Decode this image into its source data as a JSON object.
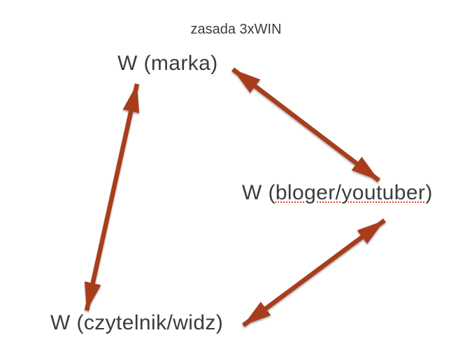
{
  "slide": {
    "title": "zasada 3xWIN"
  },
  "diagram": {
    "nodes": [
      {
        "id": "marka",
        "label": "W (marka)"
      },
      {
        "id": "bloger-youtuber",
        "label": "W (bloger/youtuber)",
        "label_parts": {
          "prefix": "W (",
          "misspelled": "bloger/youtuber",
          "suffix": ")"
        },
        "spellcheck_underline": true
      },
      {
        "id": "czytelnik-widz",
        "label": "W (czytelnik/widz)"
      }
    ],
    "connections": [
      {
        "from": "marka",
        "to": "czytelnik-widz",
        "bidirectional": true
      },
      {
        "from": "marka",
        "to": "bloger-youtuber",
        "bidirectional": true
      },
      {
        "from": "bloger-youtuber",
        "to": "czytelnik-widz",
        "bidirectional": true
      }
    ]
  },
  "colors": {
    "arrow": "#A83E1E",
    "text": "#3C3C3C",
    "background": "#FFFFFF",
    "spellcheck_underline": "#E8442E"
  }
}
